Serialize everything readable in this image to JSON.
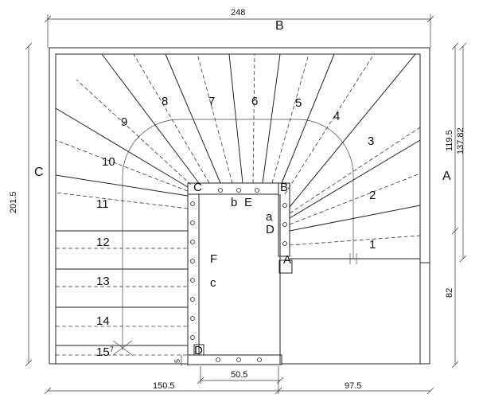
{
  "dimensions": {
    "top": "248",
    "left": "201.5",
    "right_upper": "119.5",
    "right_upper2": "137.82",
    "right_lower": "82",
    "bottom_left": "150.5",
    "bottom_mid": "50.5",
    "bottom_right": "97.5",
    "small_step": "5",
    "angle": "7"
  },
  "side_labels": {
    "top": "B",
    "left": "C",
    "right": "A"
  },
  "corner_labels": {
    "c_corner": "C",
    "b_corner": "B",
    "a_corner": "A",
    "d_corner": "D",
    "d_bottom": "D",
    "lower_a": "a",
    "lower_b": "b",
    "lower_c": "c",
    "e": "E",
    "f": "F"
  },
  "steps": [
    "1",
    "2",
    "3",
    "4",
    "5",
    "6",
    "7",
    "8",
    "9",
    "10",
    "11",
    "12",
    "13",
    "14",
    "15"
  ]
}
